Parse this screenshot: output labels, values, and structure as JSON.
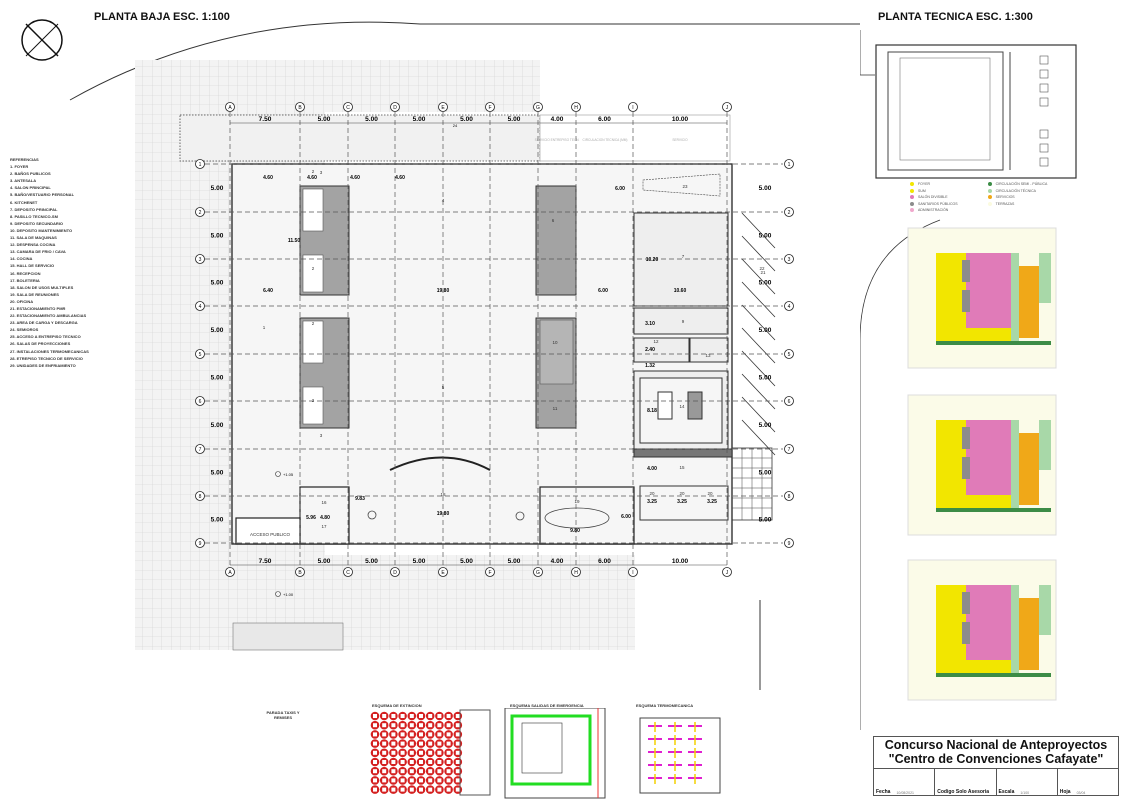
{
  "header": {
    "plan_title": "PLANTA BAJA ESC. 1:100",
    "tech_title": "PLANTA TECNICA ESC. 1:300"
  },
  "grid": {
    "columns": [
      "A",
      "B",
      "C",
      "D",
      "E",
      "F",
      "G",
      "H",
      "I",
      "J"
    ],
    "rows": [
      "1",
      "2",
      "3",
      "4",
      "5",
      "6",
      "7",
      "8",
      "9"
    ],
    "column_spacings": [
      "7.50",
      "5.00",
      "5.00",
      "5.00",
      "5.00",
      "5.00",
      "4.00",
      "6.00",
      "10.00"
    ],
    "row_spacings": [
      "5.00",
      "5.00",
      "5.00",
      "5.00",
      "5.00",
      "5.00",
      "5.00",
      "5.00"
    ],
    "top_total": "24"
  },
  "zones_top": [
    "SERVICIO ENTREPISO TECN.",
    "CIRCULACION TECNICA (MM)",
    "SERVICIO"
  ],
  "rooms": [
    "1",
    "2",
    "2",
    "2",
    "2",
    "3",
    "3",
    "4",
    "5",
    "6",
    "7",
    "9",
    "10",
    "11",
    "12",
    "13",
    "14",
    "15",
    "16",
    "17",
    "18",
    "19",
    "20",
    "20",
    "20",
    "21",
    "22",
    "23"
  ],
  "dimensions": [
    "4.60",
    "4.60",
    "4.60",
    "4.60",
    "11.50",
    "6.40",
    "19.80",
    "6.00",
    "10.20",
    "10.60",
    "3.10",
    "2.40",
    "1.32",
    "8.18",
    "4.00",
    "9.83",
    "5.96",
    "4.80",
    "19.80",
    "9.80",
    "6.00",
    "3.25",
    "3.25",
    "3.25",
    "6.00"
  ],
  "levels": [
    "+1.05",
    "+1.00"
  ],
  "access_label": "ACCESO PUBLICO",
  "references": {
    "title": "REFERENCIAS",
    "items": [
      "1. FOYER",
      "2. BAÑOS PUBLICOS",
      "3. ANTESALA",
      "4. SALON PRINCIPAL",
      "5. BAÑO/VESTUARIO PERSONAL",
      "6. KITCHENET",
      "7. DEPOSITO PRINCIPAL",
      "8. PASILLO TECNICO-SM",
      "9. DEPOSITO SECUNDARIO",
      "10. DEPOSITO MANTENIMIENTO",
      "11. SALA DE MAQUINAS",
      "12. DESPENSA COCINA",
      "13. CAMARA DE FRIO / CAVA",
      "14. COCINA",
      "15. HALL DE SERVICIO",
      "16. RECEPCION",
      "17. BOLETERIA",
      "18. SALON DE USOS MULTIPLES",
      "19. SALA DE REUNIONES",
      "20. OFICINA",
      "21. ESTACIONAMIENTO PMR",
      "22. ESTACIONAMIENTO AMBULANCIAS",
      "23. AREA DE CARGA Y DESCARGA",
      "24. SEMIOROS",
      "25. ACCESO A ENTREPISO TECNICO",
      "26. SALAS DE PROYECCIONES",
      "27. INSTALACIONES TERMOMECANICAS",
      "28. ETREPISO TECNICO DE SERVICIO",
      "29. UNIDADES DE ENFRIAMIENTO"
    ]
  },
  "legend": [
    {
      "label": "FOYER",
      "color": "#f2e600"
    },
    {
      "label": "SUM",
      "color": "#f2e600"
    },
    {
      "label": "SALÓN DIVISIBLE",
      "color": "#e07bb8"
    },
    {
      "label": "SANITARIOS PÚBLICOS",
      "color": "#8c8c8c"
    },
    {
      "label": "ADMINISTRACIÓN",
      "color": "#f0a8cc"
    },
    {
      "label": "CIRCULACIÓN SEMI - PÚBLICA",
      "color": "#3c8c46"
    },
    {
      "label": "CIRCULACIÓN TÉCNICA",
      "color": "#a8d8a8"
    },
    {
      "label": "SERVICIOS",
      "color": "#f0a818"
    },
    {
      "label": "TERRAZAS",
      "color": "#fbfbe0"
    }
  ],
  "schematics": {
    "taxi": "PARADA TAXIS Y REMISES",
    "extinction": "ESQUEMA DE EXTINCION",
    "exits": "ESQUEMA SALIDAS DE EMERGENCIA",
    "hvac": "ESQUEMA TERMOMECANICA"
  },
  "title_block": {
    "line1": "Concurso Nacional de Anteproyectos",
    "line2": "\"Centro de Convenciones Cafayate\"",
    "fecha_label": "Fecha",
    "fecha_value": "10/08/2021",
    "codigo_label": "Codigo Solo Asesoria",
    "escala_label": "Escala",
    "escala_value": "1/100",
    "hoja_label": "Hoja",
    "hoja_value": "03/04"
  },
  "colors": {
    "foyer": "#f2e600",
    "salon": "#e07bb8",
    "services": "#f0a818",
    "green": "#3c8c46",
    "light_green": "#a8d8a8",
    "exits_green": "#22dd22",
    "fire_red": "#d42020",
    "hvac_magenta": "#e020d0"
  }
}
